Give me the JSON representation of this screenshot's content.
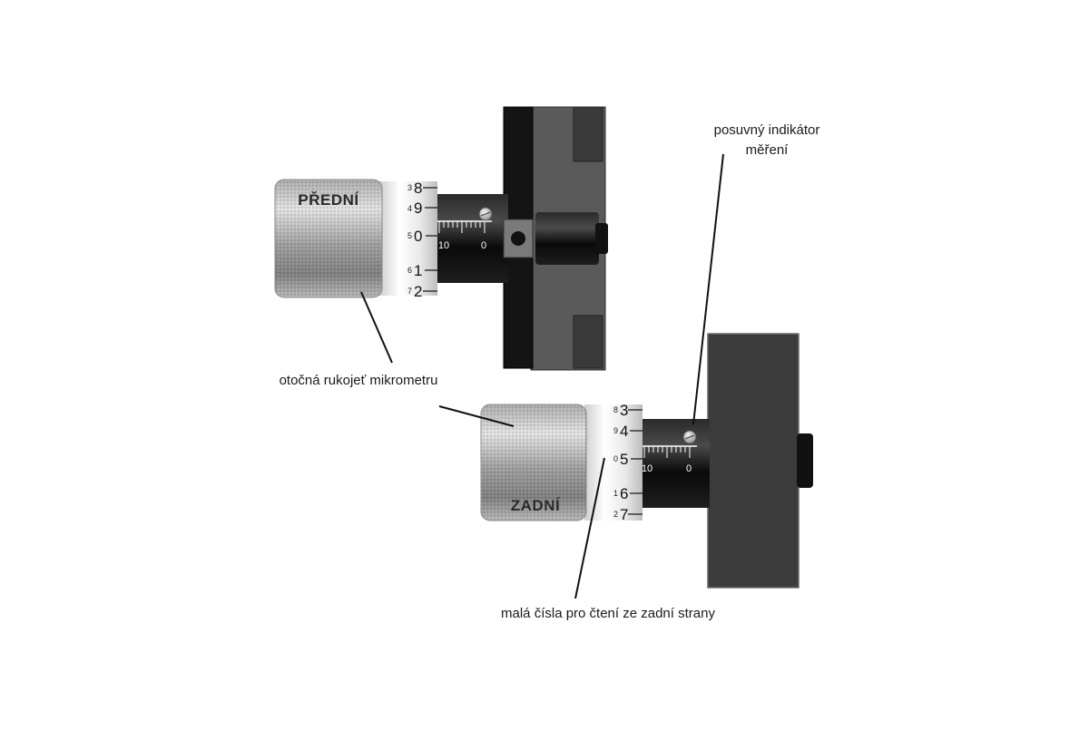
{
  "labels": {
    "front": "PŘEDNÍ",
    "rear": "ZADNÍ",
    "knob": "otočná rukojeť mikrometru",
    "indicator_line1": "posuvný indikátor",
    "indicator_line2": "měření",
    "small_numbers": "malá čísla pro čtení ze zadní strany"
  },
  "front_dial": {
    "big": [
      "8",
      "9",
      "0",
      "1",
      "2"
    ],
    "small": [
      "3",
      "4",
      "5",
      "6",
      "7"
    ],
    "scale": [
      "10",
      "0"
    ]
  },
  "rear_dial": {
    "big": [
      "3",
      "4",
      "5",
      "6",
      "7"
    ],
    "small": [
      "8",
      "9",
      "0",
      "1",
      "2"
    ],
    "scale": [
      "10",
      "0"
    ]
  },
  "colors": {
    "body_dark": "#3c3c3c",
    "body_mid": "#5a5a5a",
    "shaft": "#0d0d0d",
    "knob_light": "#d9d9d9",
    "knob_dark": "#8a8a8a"
  }
}
